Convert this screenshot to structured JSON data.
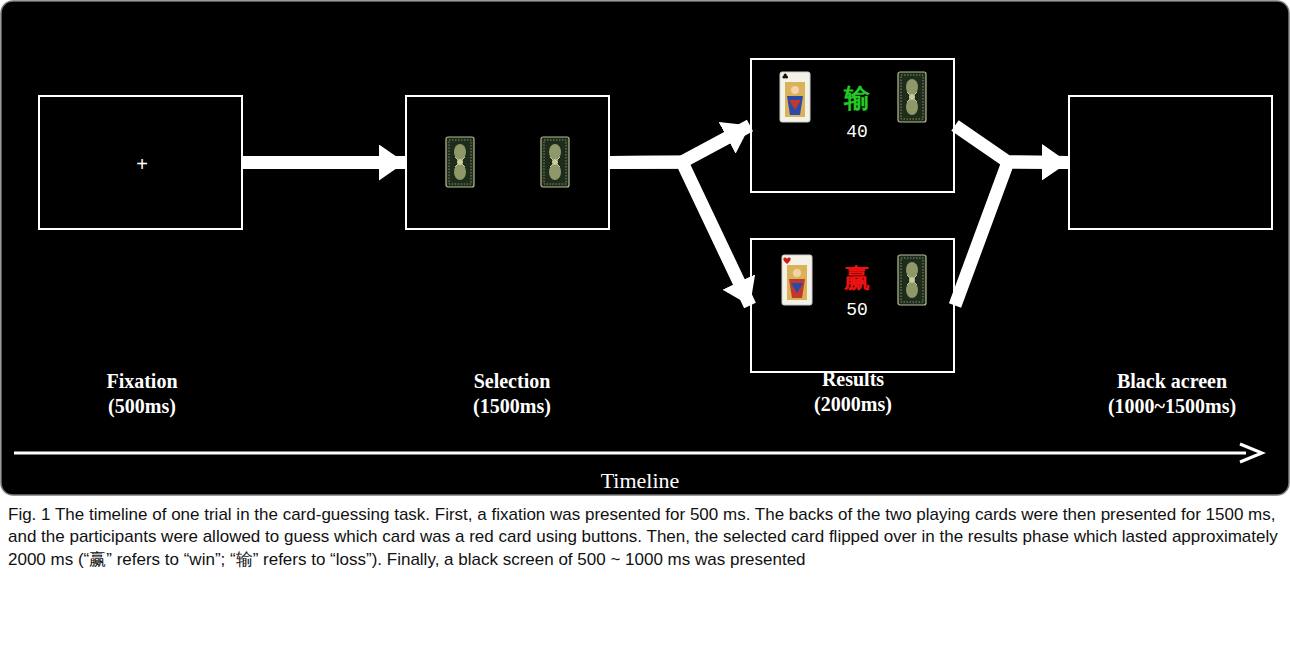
{
  "diagram": {
    "caption": "Fig. 1 The timeline of one trial in the card-guessing task. First, a fixation was presented for 500 ms. The backs of the two playing cards were then presented for 1500 ms, and the participants were allowed to guess which card was a red card using buttons. Then, the selected card flipped over in the results phase which lasted approximately 2000 ms (“赢” refers to “win”; “输” refers to “loss”). Finally, a black screen of 500 ~ 1000 ms was presented",
    "nodes": [
      {
        "text": [
          "+",
          "Fixation (500ms)"
        ]
      },
      {
        "text": [
          "Selection (1500ms)"
        ]
      },
      {
        "text": [
          "输",
          "40"
        ]
      },
      {
        "text": [
          "赢",
          "50"
        ]
      },
      {
        "text": [
          "Black acreen (1000~1500ms)"
        ]
      }
    ],
    "edges": [
      {
        "from": 0,
        "to": 1,
        "arrow": "to"
      },
      {
        "from": 1,
        "to": 2,
        "arrow": "to"
      },
      {
        "from": 1,
        "to": 3,
        "arrow": "to"
      },
      {
        "from": 2,
        "to": 4,
        "arrow": "to"
      },
      {
        "from": 3,
        "to": 4,
        "arrow": "to"
      }
    ],
    "labels": [
      "Results (2000ms)",
      "Timeline"
    ]
  }
}
